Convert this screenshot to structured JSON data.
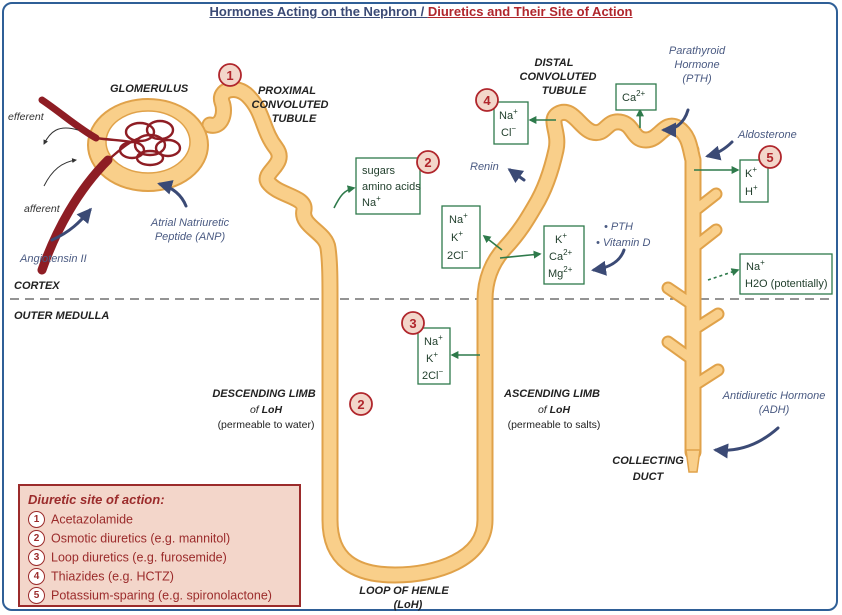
{
  "title": {
    "part1": "Hormones Acting on the Nephron / ",
    "part2": "Diuretics and Their Site of Action"
  },
  "structures": {
    "glomerulus": "GLOMERULUS",
    "proximal": [
      "PROXIMAL",
      "CONVOLUTED",
      "TUBULE"
    ],
    "distal": [
      "DISTAL",
      "CONVOLUTED",
      "TUBULE"
    ],
    "descending": [
      "DESCENDING LIMB",
      "of ",
      "LoH",
      "(permeable to water)"
    ],
    "ascending": [
      "ASCENDING LIMB",
      "of ",
      "LoH",
      "(permeable to salts)"
    ],
    "loop": [
      "LOOP OF HENLE",
      "(LoH)"
    ],
    "collecting": [
      "COLLECTING",
      "DUCT"
    ]
  },
  "vessels": {
    "efferent": "efferent",
    "afferent": "afferent"
  },
  "zones": {
    "cortex": "CORTEX",
    "outer_medulla": "OUTER MEDULLA"
  },
  "hormones": {
    "angiotensin": "Angiotensin II",
    "anp": [
      "Atrial Natriuretic",
      "Peptide (ANP)"
    ],
    "pth": [
      "Parathyroid",
      "Hormone",
      "(PTH)"
    ],
    "aldosterone": "Aldosterone",
    "renin": "Renin",
    "pth_bullet": "PTH",
    "vitd_bullet": "Vitamin D",
    "adh": [
      "Antidiuretic Hormone",
      "(ADH)"
    ]
  },
  "boxes": {
    "pct": [
      "sugars",
      "amino acids",
      "Na"
    ],
    "dct_na_cl": [
      "Na",
      "Cl"
    ],
    "ca_pth": "Ca",
    "k_h": [
      "K",
      "H"
    ],
    "asc_upper": [
      "Na",
      "K",
      "2Cl"
    ],
    "asc_ca": [
      "K",
      "Ca",
      "Mg"
    ],
    "cd_water": [
      "Na",
      "H2O (potentially)"
    ],
    "asc_lower": [
      "Na",
      "K",
      "2Cl"
    ]
  },
  "badges": [
    "1",
    "2",
    "2",
    "3",
    "4",
    "5"
  ],
  "legend": {
    "title": "Diuretic site of action:",
    "items": [
      {
        "num": "1",
        "label": "Acetazolamide"
      },
      {
        "num": "2",
        "label": "Osmotic diuretics (e.g. mannitol)"
      },
      {
        "num": "3",
        "label": "Loop diuretics (e.g. furosemide)"
      },
      {
        "num": "4",
        "label": "Thiazides (e.g. HCTZ)"
      },
      {
        "num": "5",
        "label": "Potassium-sparing (e.g. spironolactone)"
      }
    ]
  },
  "colors": {
    "tubule_fill": "#f9cf8a",
    "tubule_stroke": "#e0a24a",
    "vessel": "#8e1d24",
    "hormone_arrow": "#3b4a75",
    "ion_arrow": "#2e7a4b",
    "badge": "#b0262c",
    "frame": "#2f5f97"
  }
}
